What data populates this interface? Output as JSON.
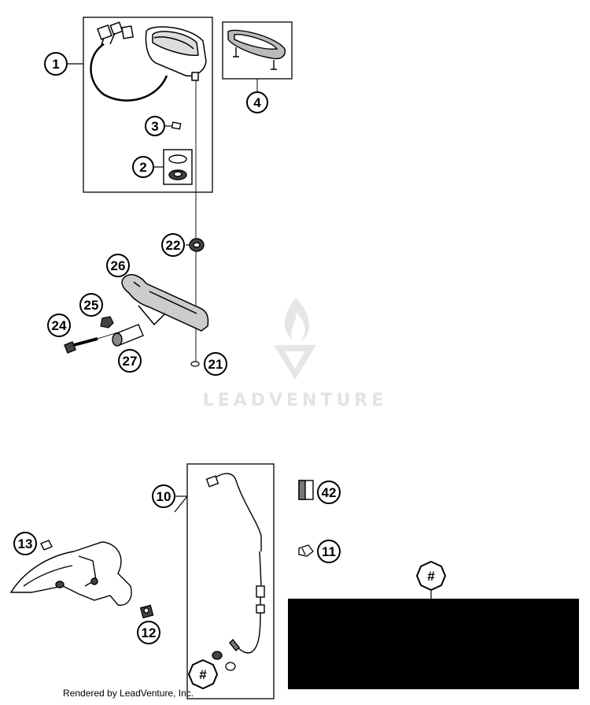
{
  "callouts": {
    "c1": "1",
    "c2": "2",
    "c3": "3",
    "c4": "4",
    "c10": "10",
    "c11": "11",
    "c12": "12",
    "c13": "13",
    "c21": "21",
    "c22": "22",
    "c24": "24",
    "c25": "25",
    "c26": "26",
    "c27": "27",
    "c42": "42",
    "hash_top": "#",
    "hash_bottom": "#"
  },
  "watermark": {
    "brand": "LEADVENTURE",
    "colors": {
      "mark": "#e6e6e6"
    }
  },
  "credit": "Rendered by LeadVenture, Inc.",
  "colors": {
    "line": "#000000",
    "panel": "#000000",
    "background": "#ffffff"
  }
}
